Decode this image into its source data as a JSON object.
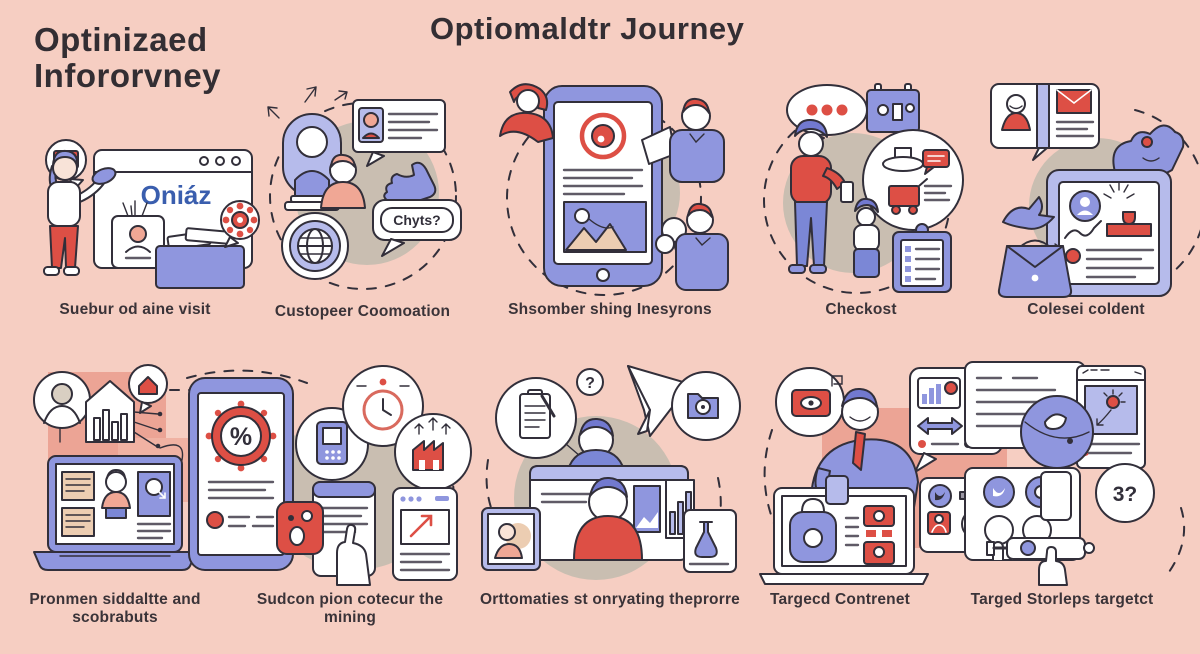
{
  "page": {
    "heading_left": "Optinizaed Infororvney",
    "heading_center": "Optiomaldtr Journey",
    "background_color": "#f6cec2"
  },
  "captions": {
    "row1": [
      "Suebur od aine visit",
      "Custopeer Coomoation",
      "Shsomber shing Inesyrons",
      "Checkost",
      "Colesei coldent"
    ],
    "row2": [
      "Pronmen siddaltte and scobrabuts",
      "Sudcon pion cotecur the mining",
      "Orttomaties st onryating theprorre",
      "Targecd Contrenet",
      "Targed Storleps targetct"
    ]
  },
  "texts": {
    "browser_title": "Oniáz",
    "chat_bubble": "Chyts?",
    "thinking_bubble": "3?",
    "percent": "%",
    "question": "?"
  },
  "colors": {
    "background": "#f6cec2",
    "outline": "#322f3a",
    "purple": "#8f96de",
    "light_purple": "#b6bbeb",
    "red": "#dd4f45",
    "salmon": "#f0a795",
    "taupe": "#c9beb1",
    "brand_blue": "#3a5eae"
  }
}
